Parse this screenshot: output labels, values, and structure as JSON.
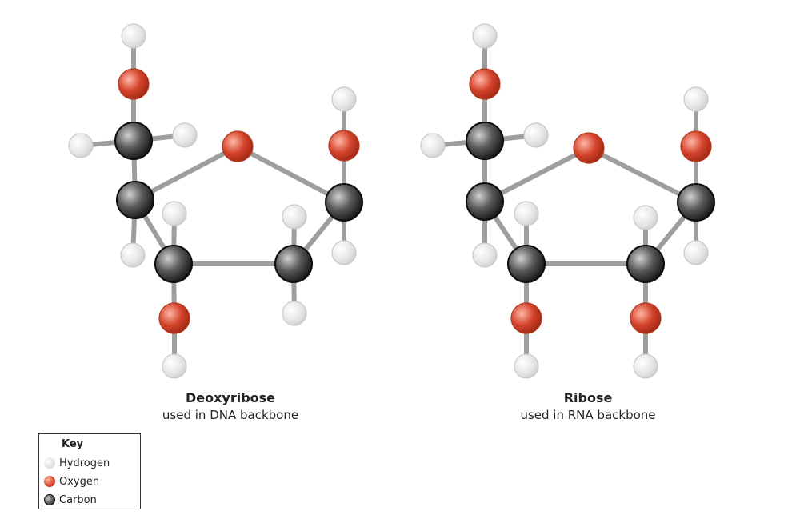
{
  "molecules": [
    {
      "name": "Deoxyribose",
      "description": "used in DNA backbone"
    },
    {
      "name": "Ribose",
      "description": "used in RNA backbone"
    }
  ],
  "key": {
    "title": "Key",
    "items": [
      {
        "label": "Hydrogen",
        "color": "#e8e8e8"
      },
      {
        "label": "Oxygen",
        "color": "#d4432b"
      },
      {
        "label": "Carbon",
        "color": "#333333"
      }
    ]
  },
  "colors": {
    "bond": "#9e9e9e",
    "hydrogen": "#e8e8e8",
    "oxygen": "#d4432b",
    "carbon": "#333333"
  }
}
